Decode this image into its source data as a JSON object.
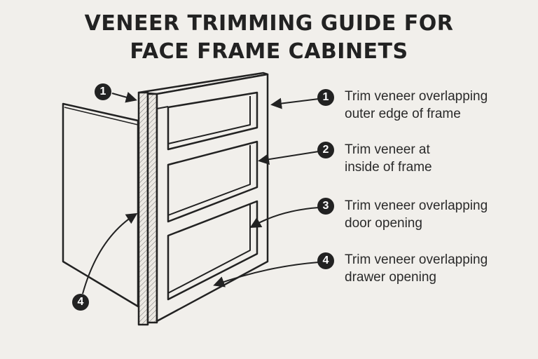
{
  "title": {
    "line1": "VENEER TRIMMING GUIDE FOR",
    "line2": "FACE FRAME CABINETS"
  },
  "callouts": [
    {
      "number": "1",
      "line1": "Trim veneer overlapping",
      "line2": "outer edge of frame"
    },
    {
      "number": "2",
      "line1": "Trim veneer at",
      "line2": "inside of frame"
    },
    {
      "number": "3",
      "line1": "Trim veneer overlapping",
      "line2": "door opening"
    },
    {
      "number": "4",
      "line1": "Trim veneer overlapping",
      "line2": "drawer opening"
    }
  ],
  "left_callouts": [
    {
      "number": "1"
    },
    {
      "number": "4"
    }
  ]
}
